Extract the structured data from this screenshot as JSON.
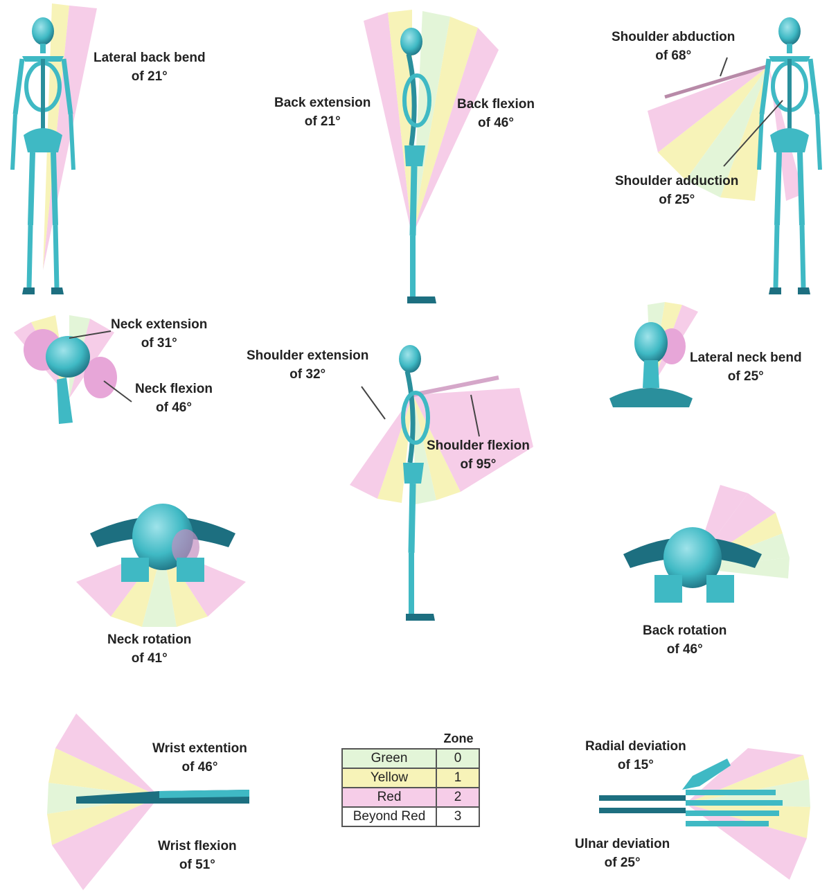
{
  "colors": {
    "green_zone": "#e3f5d8",
    "yellow_zone": "#f7f3b8",
    "red_zone": "#f6cde8",
    "bone": "#3fb9c4",
    "bone_dark": "#1d6f80"
  },
  "labels": {
    "lateral_back_bend": {
      "line1": "Lateral back bend",
      "line2": "of 21°"
    },
    "back_extension": {
      "line1": "Back extension",
      "line2": "of 21°"
    },
    "back_flexion": {
      "line1": "Back flexion",
      "line2": "of 46°"
    },
    "shoulder_abduction": {
      "line1": "Shoulder abduction",
      "line2": "of 68°"
    },
    "shoulder_adduction": {
      "line1": "Shoulder adduction",
      "line2": "of 25°"
    },
    "neck_extension": {
      "line1": "Neck extension",
      "line2": "of 31°"
    },
    "neck_flexion": {
      "line1": "Neck flexion",
      "line2": "of 46°"
    },
    "shoulder_extension": {
      "line1": "Shoulder extension",
      "line2": "of 32°"
    },
    "shoulder_flexion": {
      "line1": "Shoulder flexion",
      "line2": "of 95°"
    },
    "lateral_neck_bend": {
      "line1": "Lateral neck bend",
      "line2": "of 25°"
    },
    "neck_rotation": {
      "line1": "Neck rotation",
      "line2": "of 41°"
    },
    "back_rotation": {
      "line1": "Back rotation",
      "line2": "of 46°"
    },
    "wrist_extension": {
      "line1": "Wrist extention",
      "line2": "of 46°"
    },
    "wrist_flexion": {
      "line1": "Wrist flexion",
      "line2": "of 51°"
    },
    "radial_deviation": {
      "line1": "Radial deviation",
      "line2": "of 15°"
    },
    "ulnar_deviation": {
      "line1": "Ulnar deviation",
      "line2": "of 25°"
    }
  },
  "zone_table": {
    "header": "Zone",
    "rows": [
      {
        "name": "Green",
        "value": "0",
        "color": "#e3f5d8"
      },
      {
        "name": "Yellow",
        "value": "1",
        "color": "#f7f3b8"
      },
      {
        "name": "Red",
        "value": "2",
        "color": "#f6cde8"
      },
      {
        "name": "Beyond Red",
        "value": "3",
        "color": "#ffffff"
      }
    ]
  }
}
